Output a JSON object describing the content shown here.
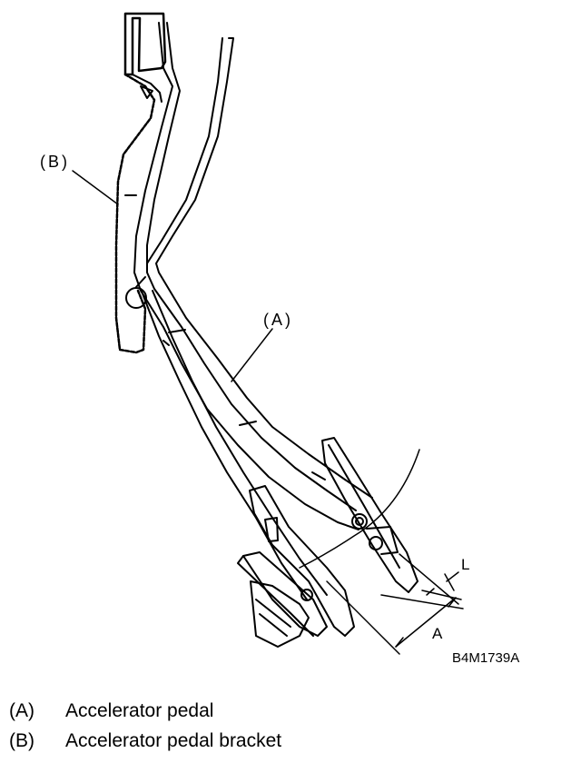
{
  "diagram": {
    "callouts": {
      "a": "(A)",
      "b": "(B)"
    },
    "dimensions": {
      "l": "L",
      "a": "A"
    },
    "figure_id": "B4M1739A"
  },
  "legend": [
    {
      "key": "(A)",
      "text": "Accelerator pedal"
    },
    {
      "key": "(B)",
      "text": "Accelerator pedal bracket"
    }
  ]
}
